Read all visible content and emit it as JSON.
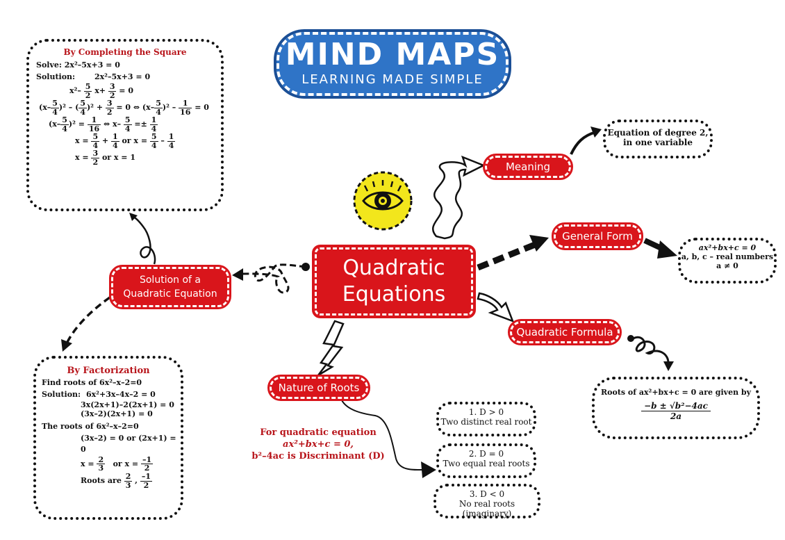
{
  "header": {
    "title": "MIND MAPS",
    "subtitle": "LEARNING MADE SIMPLE"
  },
  "center": {
    "line1": "Quadratic",
    "line2": "Equations"
  },
  "nodes": {
    "meaning": "Meaning",
    "general_form": "General Form",
    "quadratic_formula": "Quadratic Formula",
    "nature_of_roots": "Nature of Roots",
    "solution_line1": "Solution of a",
    "solution_line2": "Quadratic Equation"
  },
  "meaning_box": {
    "line1": "Equation of degree 2,",
    "line2": "in one variable"
  },
  "general_form_box": {
    "line1": "ax²+bx+c = 0",
    "line2": "a, b, c – real numbers",
    "line3": "a ≠  0"
  },
  "formula_box": {
    "line1": "Roots of ax²+bx+c = 0 are given by",
    "numerator": "−b ± √b²−4ac",
    "denominator": "2a"
  },
  "discriminant": {
    "line1": "For quadratic equation",
    "line2": "ax²+bx+c = 0,",
    "line3": "b²–4ac is Discriminant (D)"
  },
  "roots_cases": [
    {
      "cond": "1. D > 0",
      "desc": "Two distinct real root"
    },
    {
      "cond": "2. D = 0",
      "desc": "Two equal real roots"
    },
    {
      "cond": "3. D < 0",
      "desc": "No real roots (imaginary)"
    }
  ],
  "completing_square": {
    "title": "By Completing the Square",
    "solve": "Solve: 2x²–5x+3 = 0",
    "solution_label": "Solution:",
    "eq1": "2x²–5x+3 = 0",
    "final": "or x = 1"
  },
  "factorization": {
    "title": "By Factorization",
    "find": "Find roots of 6x²–x–2=0",
    "solution_label": "Solution:",
    "s1": "6x²+3x–4x–2 = 0",
    "s2": "3x(2x+1)–2(2x+1) = 0",
    "s3": "(3x–2)(2x+1) = 0",
    "roots_of": "The roots of 6x²–x–2=0",
    "s4": "(3x–2) = 0 or (2x+1) = 0",
    "roots_are": "Roots are"
  },
  "colors": {
    "red": "#d9151b",
    "blue": "#2f74c7",
    "yellow": "#f2e61c"
  }
}
